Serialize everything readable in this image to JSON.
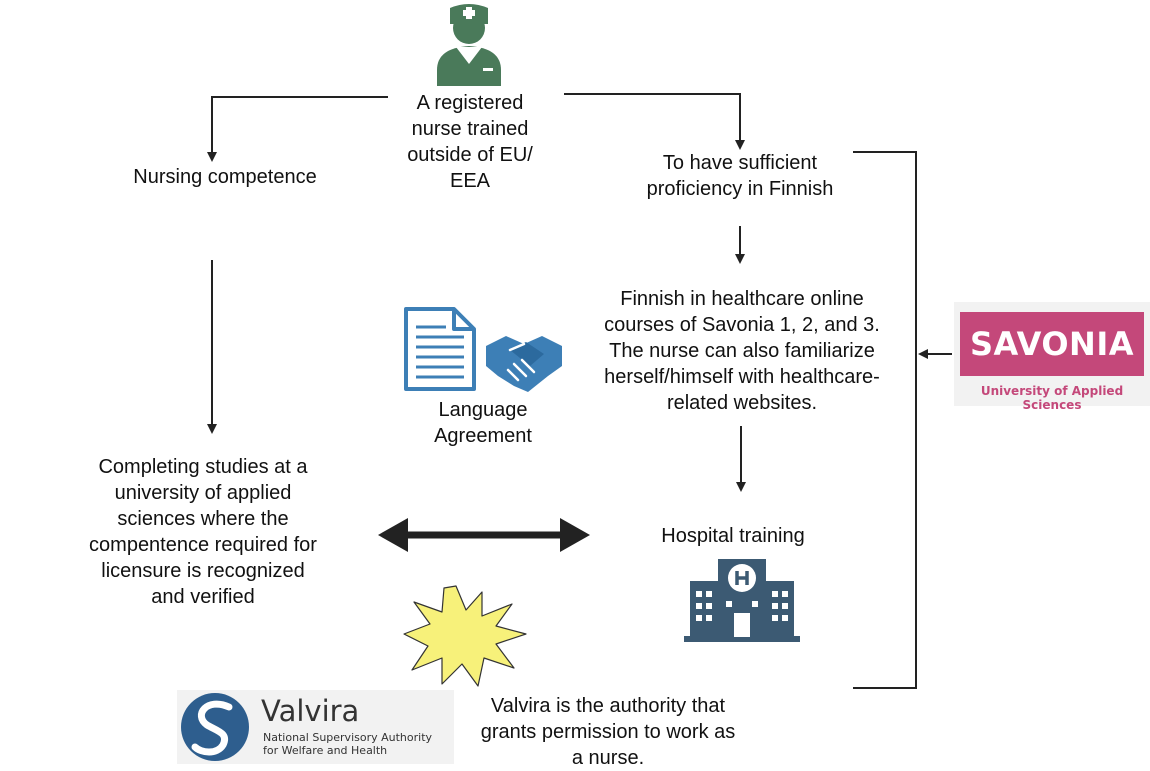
{
  "nodes": {
    "nurse": "A registered\nnurse trained\noutside of EU/\nEEA",
    "competence": "Nursing competence",
    "finnish_req": "To have sufficient\nproficiency in Finnish",
    "courses": "Finnish in healthcare online\ncourses of Savonia 1, 2, and 3.\nThe nurse can also familiarize\nherself/himself with healthcare-\nrelated websites.",
    "studies": "Completing studies at a\nuniversity of applied\nsciences where the\ncompentence required for\nlicensure is recognized\nand verified",
    "language_agreement": "Language\nAgreement",
    "hospital": "Hospital training",
    "valvira_note": "Valvira is the authority that\ngrants permission to work as\na nurse."
  },
  "logos": {
    "savonia": {
      "name": "SAVONIA",
      "subtitle": "University of Applied Sciences",
      "color": "#c4487a"
    },
    "valvira": {
      "name": "Valvira",
      "line1": "National Supervisory Authority",
      "line2": "for Welfare and Health",
      "color": "#2e5e8e"
    }
  },
  "icons": [
    "nurse-icon",
    "document-icon",
    "handshake-icon",
    "hospital-icon",
    "starburst-icon"
  ],
  "colors": {
    "nurse": "#4a7a5a",
    "icon_blue": "#3d7fb6",
    "hospital": "#3c5a73",
    "starburst": "#f7f17a"
  }
}
